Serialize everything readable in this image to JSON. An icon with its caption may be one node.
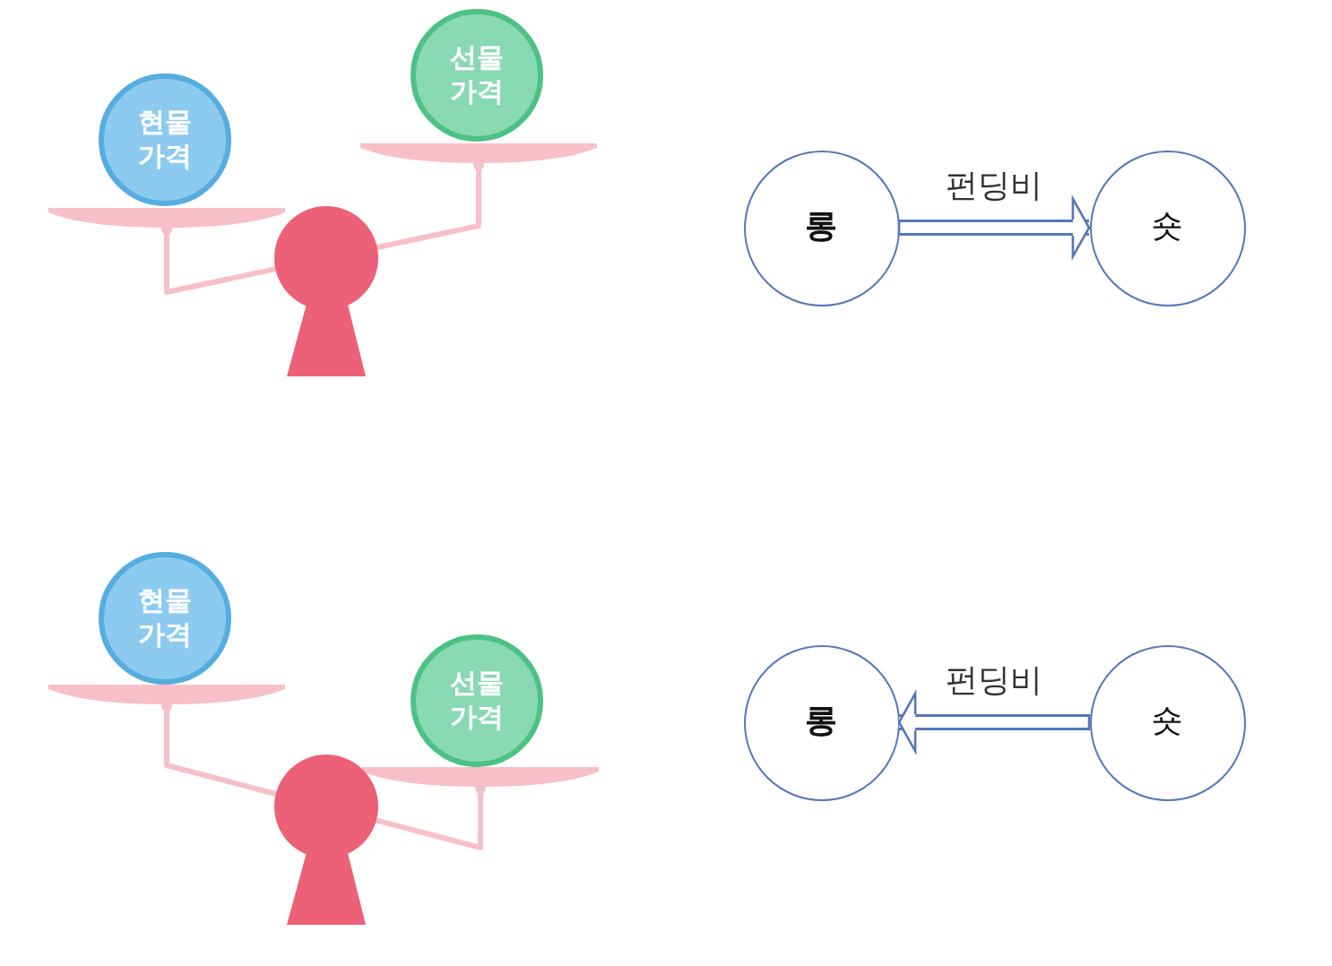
{
  "diagram": {
    "nodes": [
      {
        "text": [
          "현물 가격"
        ]
      },
      {
        "text": [
          "선물 가격"
        ]
      },
      {
        "text": [
          "롱"
        ]
      },
      {
        "text": [
          "숏"
        ]
      },
      {
        "text": [
          "현물 가격"
        ]
      },
      {
        "text": [
          "선물 가격"
        ]
      },
      {
        "text": [
          "롱"
        ]
      },
      {
        "text": [
          "숏"
        ]
      }
    ],
    "edges": [
      {
        "from": 2,
        "to": 3,
        "arrow": "to",
        "label": "펀딩비"
      },
      {
        "from": 7,
        "to": 6,
        "arrow": "to",
        "label": "펀딩비"
      }
    ]
  }
}
